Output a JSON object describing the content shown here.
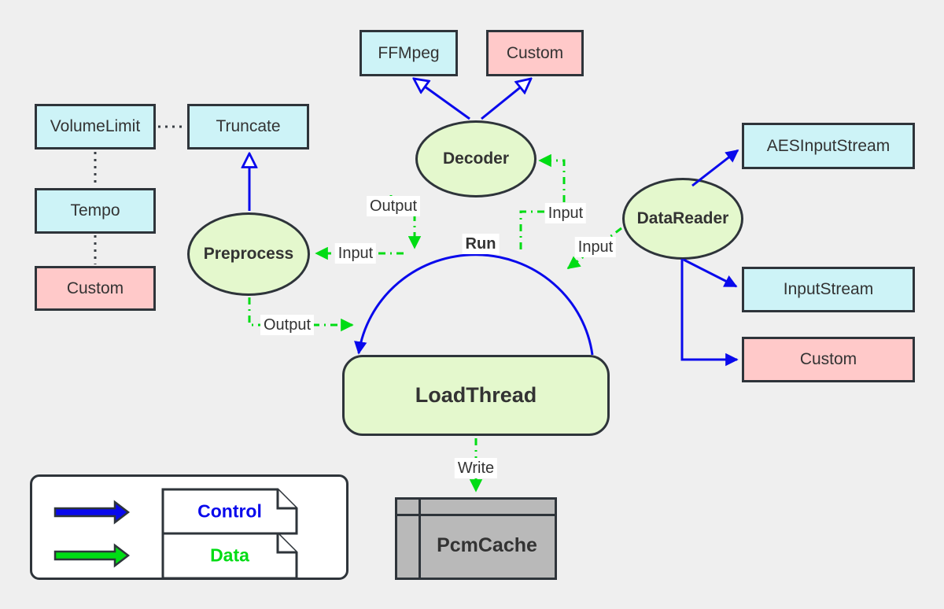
{
  "diagram": {
    "nodes": {
      "ffmpeg": {
        "label": "FFMpeg",
        "shape": "rect",
        "color": "cyan"
      },
      "custom_top": {
        "label": "Custom",
        "shape": "rect",
        "color": "pink"
      },
      "volume_limit": {
        "label": "VolumeLimit",
        "shape": "rect",
        "color": "cyan"
      },
      "truncate": {
        "label": "Truncate",
        "shape": "rect",
        "color": "cyan"
      },
      "tempo": {
        "label": "Tempo",
        "shape": "rect",
        "color": "cyan"
      },
      "custom_left": {
        "label": "Custom",
        "shape": "rect",
        "color": "pink"
      },
      "decoder": {
        "label": "Decoder",
        "shape": "ellipse",
        "color": "green"
      },
      "preprocess": {
        "label": "Preprocess",
        "shape": "ellipse",
        "color": "green"
      },
      "data_reader": {
        "label": "DataReader",
        "shape": "ellipse",
        "color": "green"
      },
      "load_thread": {
        "label": "LoadThread",
        "shape": "rounded-rect",
        "color": "green"
      },
      "aes_input_stream": {
        "label": "AESInputStream",
        "shape": "rect",
        "color": "cyan"
      },
      "input_stream": {
        "label": "InputStream",
        "shape": "rect",
        "color": "cyan"
      },
      "custom_right": {
        "label": "Custom",
        "shape": "rect",
        "color": "pink"
      },
      "pcm_cache": {
        "label": "PcmCache",
        "shape": "stored-data",
        "color": "gray"
      }
    },
    "edges": {
      "control": [
        {
          "from": "Decoder",
          "to": "FFMpeg",
          "arrowhead": "open"
        },
        {
          "from": "Decoder",
          "to": "Custom",
          "arrowhead": "open"
        },
        {
          "from": "Preprocess",
          "to": "Truncate",
          "arrowhead": "open"
        },
        {
          "from": "LoadThread",
          "to": "LoadThread",
          "label": "Run",
          "arrowhead": "solid"
        },
        {
          "from": "DataReader",
          "to": "AESInputStream",
          "arrowhead": "solid"
        },
        {
          "from": "DataReader",
          "to": "InputStream",
          "arrowhead": "solid"
        },
        {
          "from": "DataReader",
          "to": "Custom",
          "arrowhead": "solid"
        }
      ],
      "data": [
        {
          "from": "Decoder",
          "to": "Run",
          "label": "Output"
        },
        {
          "from": "Run",
          "to": "Preprocess",
          "label": "Input"
        },
        {
          "from": "Preprocess",
          "to": "Run",
          "label": "Output"
        },
        {
          "from": "Run",
          "to": "Decoder",
          "label": "Input"
        },
        {
          "from": "DataReader",
          "to": "Run",
          "label": "Input"
        },
        {
          "from": "LoadThread",
          "to": "PcmCache",
          "label": "Write"
        }
      ],
      "association": [
        {
          "from": "VolumeLimit",
          "to": "Truncate",
          "style": "dotted"
        },
        {
          "from": "VolumeLimit",
          "to": "Tempo",
          "style": "dotted"
        },
        {
          "from": "Tempo",
          "to": "Custom",
          "style": "dotted"
        }
      ]
    },
    "legend": {
      "control_label": "Control",
      "data_label": "Data"
    }
  },
  "colors": {
    "control_blue": "#0909ec",
    "data_green": "#00dc14",
    "node_cyan": "#cdf3f7",
    "node_pink": "#ffc9c9",
    "node_green": "#e4f8cd",
    "node_gray": "#b9b9b9",
    "border_dark": "#2e343a",
    "background": "#efefef",
    "label_text": "#333333"
  }
}
